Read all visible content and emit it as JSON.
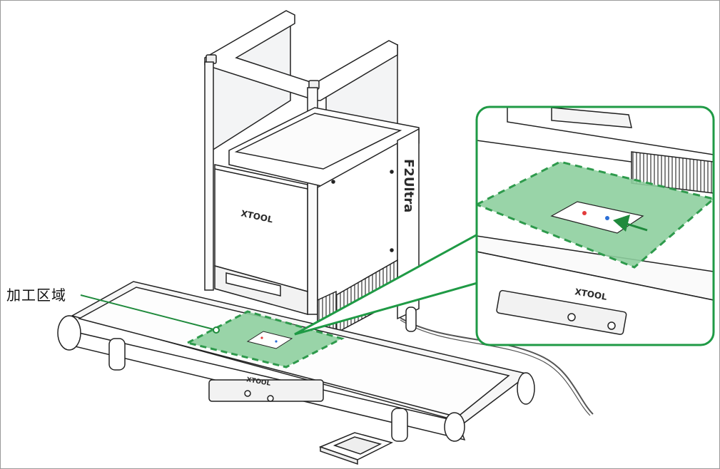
{
  "callout": {
    "label": "加工区域"
  },
  "device": {
    "brand_panel": "XTOOL",
    "brand_side": "F2Ultra",
    "brand_conveyor": "XTOOL",
    "brand_inset": "XTOOL"
  },
  "colors": {
    "work_area_fill": "#8ecf9e",
    "work_area_border": "#2e9a4c",
    "callout_line": "#1f8a3c",
    "inset_border": "#1f9a45",
    "marker_red": "#e23b3b",
    "marker_blue": "#2b6fd6"
  }
}
